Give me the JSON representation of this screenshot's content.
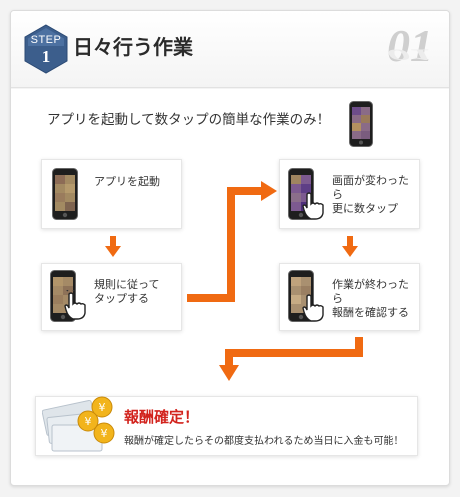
{
  "header": {
    "step_label": "STEP",
    "step_number": "1",
    "title": "日々行う作業",
    "big_number": "01"
  },
  "intro": {
    "text": "アプリを起動して数タップの簡単な作業のみ！"
  },
  "steps": [
    {
      "text": "アプリを起動"
    },
    {
      "text_line1": "規則に従って",
      "text_line2": "タップする"
    },
    {
      "text_line1": "画面が変わったら",
      "text_line2": "更に数タップ"
    },
    {
      "text_line1": "作業が終わったら",
      "text_line2": "報酬を確認する"
    }
  ],
  "reward": {
    "title": "報酬確定！",
    "description": "報酬が確定したらその都度支払われるため当日に入金も可能！"
  },
  "colors": {
    "badge": "#3c5e8c",
    "arrow": "#f06a12",
    "reward_title": "#d2231d"
  },
  "icons": {
    "badge": "hexagon-step-badge",
    "phone": "smartphone-icon",
    "hand": "tapping-hand-icon",
    "money": "yen-bills-coins-icon"
  }
}
